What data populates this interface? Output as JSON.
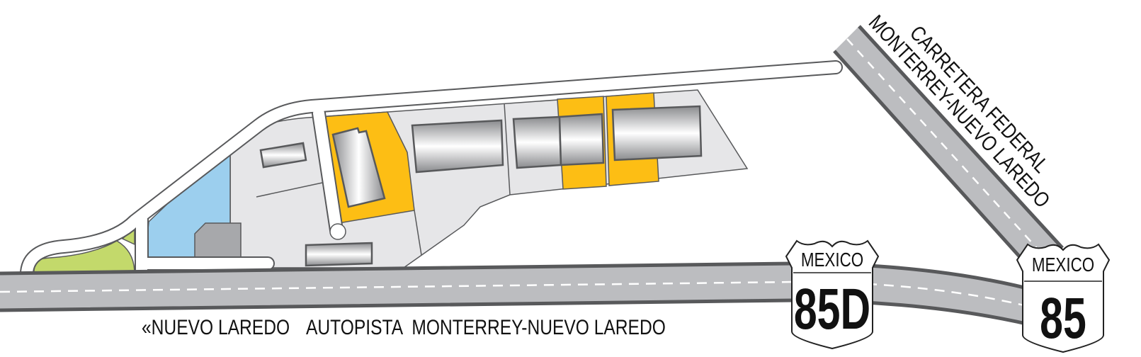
{
  "labels": {
    "south_direction": "«NUEVO LAREDO",
    "highway_name": "AUTOPISTA  MONTERREY-NUEVO LAREDO",
    "federal_road_line1": "CARRETERA FEDERAL",
    "federal_road_line2": "MONTERREY-NUEVO LAREDO"
  },
  "shields": [
    {
      "country": "MEXICO",
      "number": "85D"
    },
    {
      "country": "MEXICO",
      "number": "85"
    }
  ],
  "colors": {
    "lot": "#e6e6e8",
    "highlight_lot": "#fdbe14",
    "water_area": "#9ccfee",
    "green_area": "#c3d96b",
    "road": "#bcbdc0",
    "outline": "#58595b"
  }
}
